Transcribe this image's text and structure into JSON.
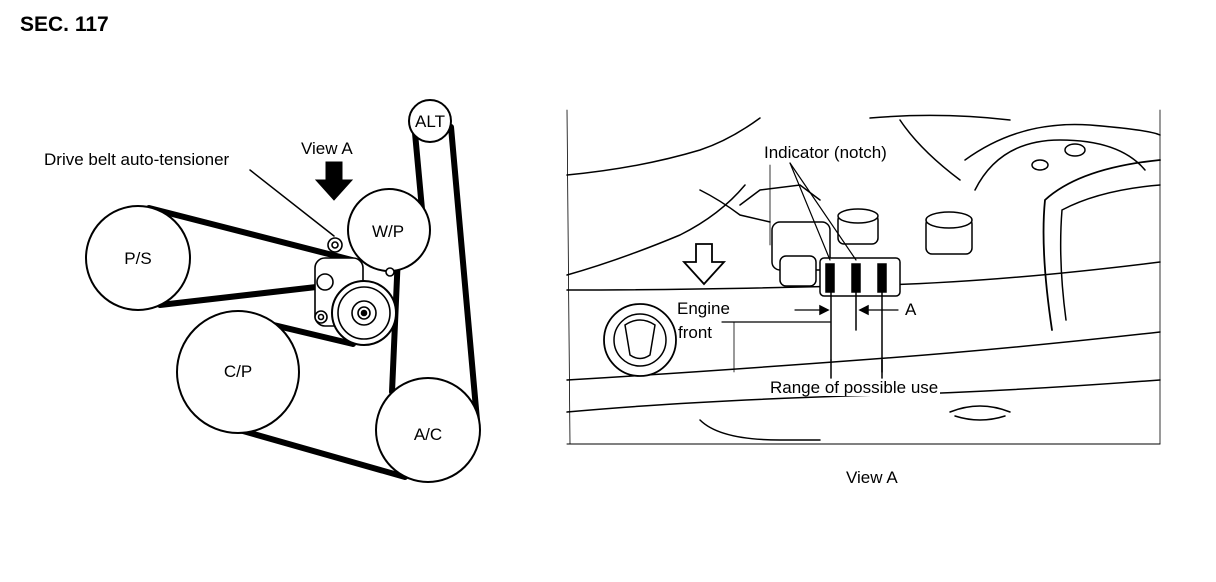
{
  "section": "SEC. 117",
  "left_diagram": {
    "view_a": "View A",
    "tensioner_label": "Drive belt auto-tensioner",
    "pulleys": {
      "alt": "ALT",
      "wp": "W/P",
      "ps": "P/S",
      "cp": "C/P",
      "ac": "A/C"
    }
  },
  "right_diagram": {
    "indicator_label": "Indicator (notch)",
    "engine_front_line1": "Engine",
    "engine_front_line2": "front",
    "a_label": "A",
    "range_label": "Range of possible use",
    "caption": "View A"
  }
}
